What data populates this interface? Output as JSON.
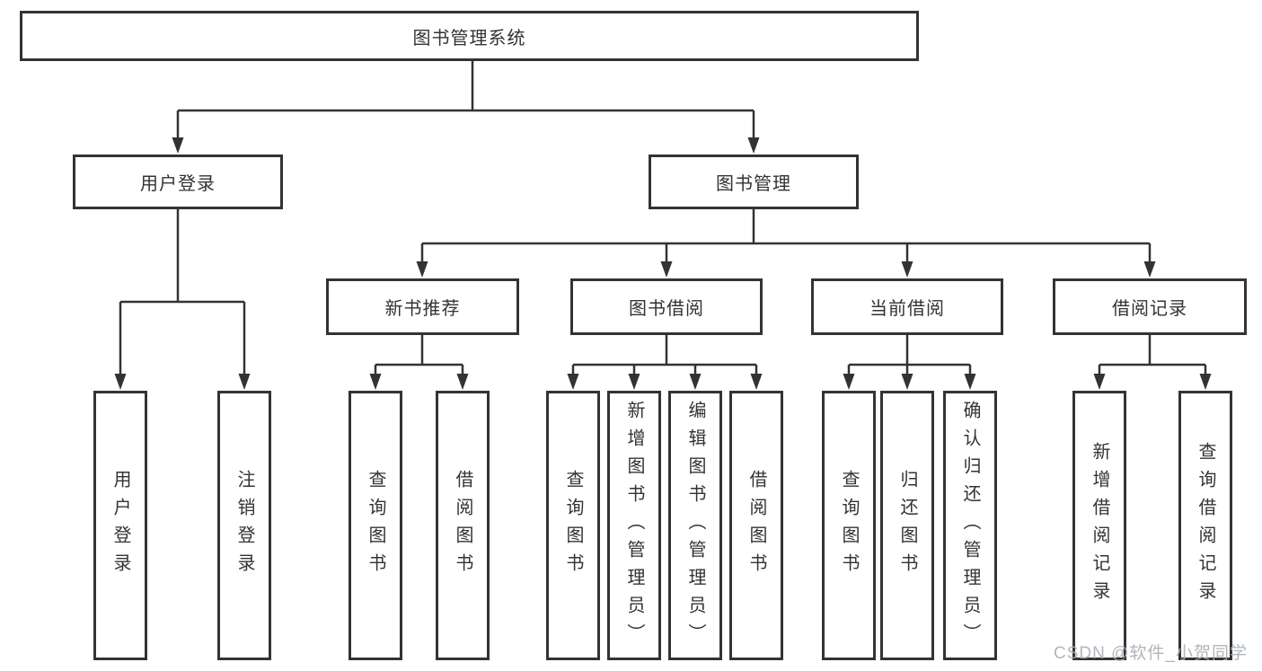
{
  "diagram": {
    "root": {
      "label": "图书管理系统"
    },
    "level2": [
      {
        "id": "user-login",
        "label": "用户登录"
      },
      {
        "id": "book-management",
        "label": "图书管理"
      }
    ],
    "level3": [
      {
        "id": "new-book-recommend",
        "label": "新书推荐",
        "parent": "图书管理"
      },
      {
        "id": "book-borrowing",
        "label": "图书借阅",
        "parent": "图书管理"
      },
      {
        "id": "current-borrowing",
        "label": "当前借阅",
        "parent": "图书管理"
      },
      {
        "id": "borrowing-records",
        "label": "借阅记录",
        "parent": "图书管理"
      }
    ],
    "leaves": [
      {
        "label": "用户登录",
        "parent": "用户登录"
      },
      {
        "label": "注销登录",
        "parent": "用户登录"
      },
      {
        "label": "查询图书",
        "parent": "新书推荐"
      },
      {
        "label": "借阅图书",
        "parent": "新书推荐"
      },
      {
        "label": "查询图书",
        "parent": "图书借阅"
      },
      {
        "label": "新增图书（管理员）",
        "parent": "图书借阅"
      },
      {
        "label": "编辑图书（管理员）",
        "parent": "图书借阅"
      },
      {
        "label": "借阅图书",
        "parent": "图书借阅"
      },
      {
        "label": "查询图书",
        "parent": "当前借阅"
      },
      {
        "label": "归还图书",
        "parent": "当前借阅"
      },
      {
        "label": "确认归还（管理员）",
        "parent": "当前借阅"
      },
      {
        "label": "新增借阅记录",
        "parent": "借阅记录"
      },
      {
        "label": "查询借阅记录",
        "parent": "借阅记录"
      }
    ]
  },
  "watermark": {
    "text": "CSDN @软件_小贺同学"
  },
  "colors": {
    "line": "#333333",
    "text": "#333333",
    "box_background": "#ffffff",
    "page_background": "#ffffff",
    "watermark": "#a8aeb5"
  }
}
